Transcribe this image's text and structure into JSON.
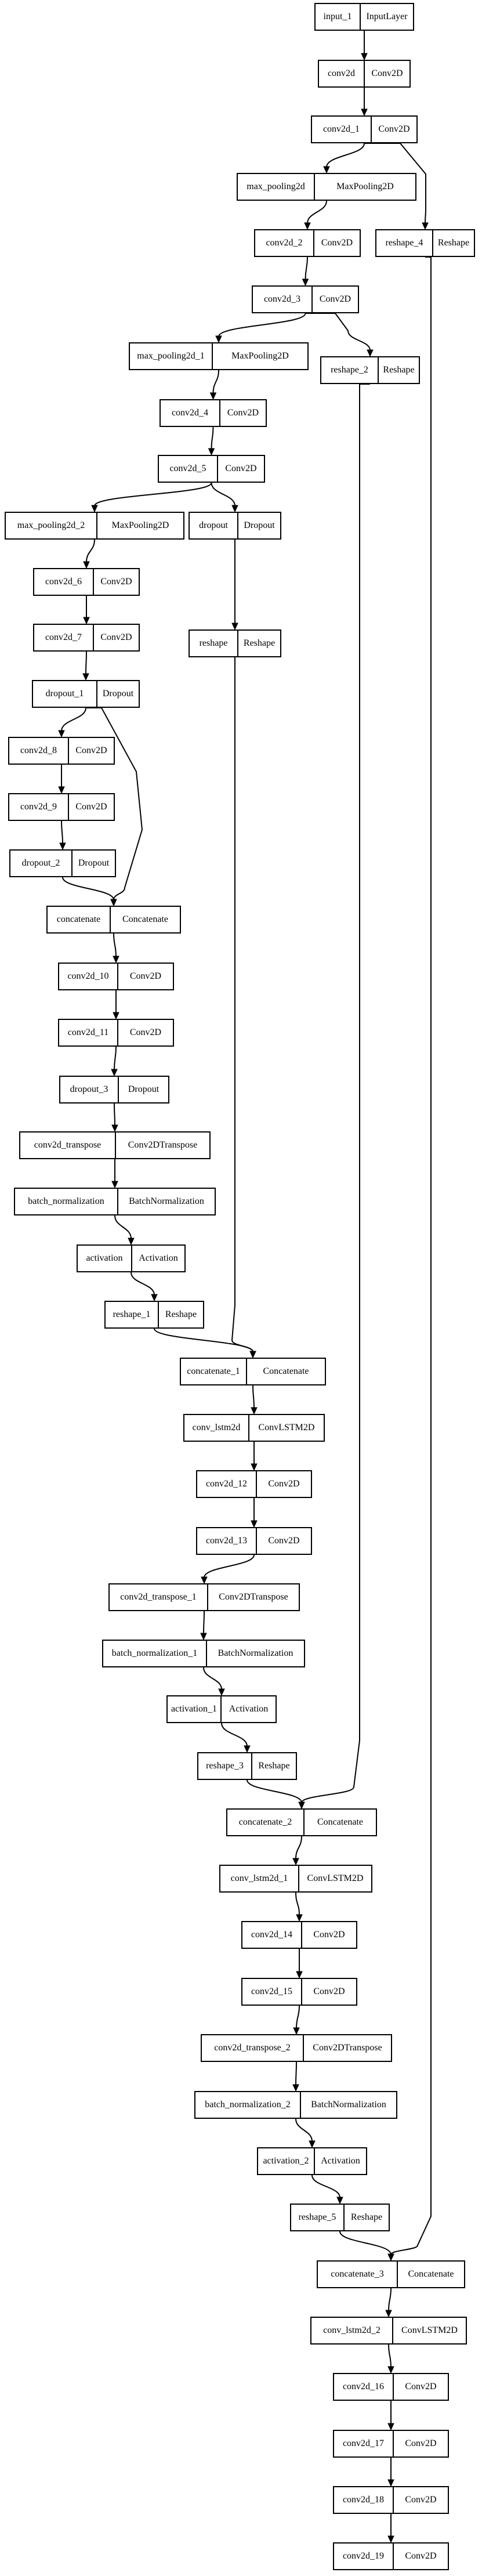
{
  "nodes": [
    {
      "id": "input_1",
      "name": "input_1",
      "type": "InputLayer"
    },
    {
      "id": "conv2d",
      "name": "conv2d",
      "type": "Conv2D"
    },
    {
      "id": "conv2d_1",
      "name": "conv2d_1",
      "type": "Conv2D"
    },
    {
      "id": "max_pooling2d",
      "name": "max_pooling2d",
      "type": "MaxPooling2D"
    },
    {
      "id": "reshape_4",
      "name": "reshape_4",
      "type": "Reshape"
    },
    {
      "id": "conv2d_2",
      "name": "conv2d_2",
      "type": "Conv2D"
    },
    {
      "id": "conv2d_3",
      "name": "conv2d_3",
      "type": "Conv2D"
    },
    {
      "id": "max_pooling2d_1",
      "name": "max_pooling2d_1",
      "type": "MaxPooling2D"
    },
    {
      "id": "reshape_2",
      "name": "reshape_2",
      "type": "Reshape"
    },
    {
      "id": "conv2d_4",
      "name": "conv2d_4",
      "type": "Conv2D"
    },
    {
      "id": "conv2d_5",
      "name": "conv2d_5",
      "type": "Conv2D"
    },
    {
      "id": "max_pooling2d_2",
      "name": "max_pooling2d_2",
      "type": "MaxPooling2D"
    },
    {
      "id": "dropout",
      "name": "dropout",
      "type": "Dropout"
    },
    {
      "id": "conv2d_6",
      "name": "conv2d_6",
      "type": "Conv2D"
    },
    {
      "id": "reshape",
      "name": "reshape",
      "type": "Reshape"
    },
    {
      "id": "conv2d_7",
      "name": "conv2d_7",
      "type": "Conv2D"
    },
    {
      "id": "dropout_1",
      "name": "dropout_1",
      "type": "Dropout"
    },
    {
      "id": "conv2d_8",
      "name": "conv2d_8",
      "type": "Conv2D"
    },
    {
      "id": "conv2d_9",
      "name": "conv2d_9",
      "type": "Conv2D"
    },
    {
      "id": "dropout_2",
      "name": "dropout_2",
      "type": "Dropout"
    },
    {
      "id": "concatenate",
      "name": "concatenate",
      "type": "Concatenate"
    },
    {
      "id": "conv2d_10",
      "name": "conv2d_10",
      "type": "Conv2D"
    },
    {
      "id": "conv2d_11",
      "name": "conv2d_11",
      "type": "Conv2D"
    },
    {
      "id": "dropout_3",
      "name": "dropout_3",
      "type": "Dropout"
    },
    {
      "id": "conv2d_transpose",
      "name": "conv2d_transpose",
      "type": "Conv2DTranspose"
    },
    {
      "id": "batch_normalization",
      "name": "batch_normalization",
      "type": "BatchNormalization"
    },
    {
      "id": "activation",
      "name": "activation",
      "type": "Activation"
    },
    {
      "id": "reshape_1",
      "name": "reshape_1",
      "type": "Reshape"
    },
    {
      "id": "concatenate_1",
      "name": "concatenate_1",
      "type": "Concatenate"
    },
    {
      "id": "conv_lstm2d",
      "name": "conv_lstm2d",
      "type": "ConvLSTM2D"
    },
    {
      "id": "conv2d_12",
      "name": "conv2d_12",
      "type": "Conv2D"
    },
    {
      "id": "conv2d_13",
      "name": "conv2d_13",
      "type": "Conv2D"
    },
    {
      "id": "conv2d_transpose_1",
      "name": "conv2d_transpose_1",
      "type": "Conv2DTranspose"
    },
    {
      "id": "batch_normalization_1",
      "name": "batch_normalization_1",
      "type": "BatchNormalization"
    },
    {
      "id": "activation_1",
      "name": "activation_1",
      "type": "Activation"
    },
    {
      "id": "reshape_3",
      "name": "reshape_3",
      "type": "Reshape"
    },
    {
      "id": "concatenate_2",
      "name": "concatenate_2",
      "type": "Concatenate"
    },
    {
      "id": "conv_lstm2d_1",
      "name": "conv_lstm2d_1",
      "type": "ConvLSTM2D"
    },
    {
      "id": "conv2d_14",
      "name": "conv2d_14",
      "type": "Conv2D"
    },
    {
      "id": "conv2d_15",
      "name": "conv2d_15",
      "type": "Conv2D"
    },
    {
      "id": "conv2d_transpose_2",
      "name": "conv2d_transpose_2",
      "type": "Conv2DTranspose"
    },
    {
      "id": "batch_normalization_2",
      "name": "batch_normalization_2",
      "type": "BatchNormalization"
    },
    {
      "id": "activation_2",
      "name": "activation_2",
      "type": "Activation"
    },
    {
      "id": "reshape_5",
      "name": "reshape_5",
      "type": "Reshape"
    },
    {
      "id": "concatenate_3",
      "name": "concatenate_3",
      "type": "Concatenate"
    },
    {
      "id": "conv_lstm2d_2",
      "name": "conv_lstm2d_2",
      "type": "ConvLSTM2D"
    },
    {
      "id": "conv2d_16",
      "name": "conv2d_16",
      "type": "Conv2D"
    },
    {
      "id": "conv2d_17",
      "name": "conv2d_17",
      "type": "Conv2D"
    },
    {
      "id": "conv2d_18",
      "name": "conv2d_18",
      "type": "Conv2D"
    },
    {
      "id": "conv2d_19",
      "name": "conv2d_19",
      "type": "Conv2D"
    }
  ],
  "edges": [
    {
      "from": "input_1",
      "to": "conv2d"
    },
    {
      "from": "conv2d",
      "to": "conv2d_1"
    },
    {
      "from": "conv2d_1",
      "to": "max_pooling2d"
    },
    {
      "from": "conv2d_1",
      "to": "reshape_4"
    },
    {
      "from": "max_pooling2d",
      "to": "conv2d_2"
    },
    {
      "from": "conv2d_2",
      "to": "conv2d_3"
    },
    {
      "from": "conv2d_3",
      "to": "max_pooling2d_1"
    },
    {
      "from": "conv2d_3",
      "to": "reshape_2"
    },
    {
      "from": "max_pooling2d_1",
      "to": "conv2d_4"
    },
    {
      "from": "conv2d_4",
      "to": "conv2d_5"
    },
    {
      "from": "conv2d_5",
      "to": "max_pooling2d_2"
    },
    {
      "from": "conv2d_5",
      "to": "dropout"
    },
    {
      "from": "max_pooling2d_2",
      "to": "conv2d_6"
    },
    {
      "from": "dropout",
      "to": "reshape"
    },
    {
      "from": "conv2d_6",
      "to": "conv2d_7"
    },
    {
      "from": "conv2d_7",
      "to": "dropout_1"
    },
    {
      "from": "dropout_1",
      "to": "conv2d_8"
    },
    {
      "from": "dropout_1",
      "to": "concatenate"
    },
    {
      "from": "conv2d_8",
      "to": "conv2d_9"
    },
    {
      "from": "conv2d_9",
      "to": "dropout_2"
    },
    {
      "from": "dropout_2",
      "to": "concatenate"
    },
    {
      "from": "concatenate",
      "to": "conv2d_10"
    },
    {
      "from": "conv2d_10",
      "to": "conv2d_11"
    },
    {
      "from": "conv2d_11",
      "to": "dropout_3"
    },
    {
      "from": "dropout_3",
      "to": "conv2d_transpose"
    },
    {
      "from": "conv2d_transpose",
      "to": "batch_normalization"
    },
    {
      "from": "batch_normalization",
      "to": "activation"
    },
    {
      "from": "activation",
      "to": "reshape_1"
    },
    {
      "from": "reshape_1",
      "to": "concatenate_1"
    },
    {
      "from": "reshape",
      "to": "concatenate_1"
    },
    {
      "from": "concatenate_1",
      "to": "conv_lstm2d"
    },
    {
      "from": "conv_lstm2d",
      "to": "conv2d_12"
    },
    {
      "from": "conv2d_12",
      "to": "conv2d_13"
    },
    {
      "from": "conv2d_13",
      "to": "conv2d_transpose_1"
    },
    {
      "from": "conv2d_transpose_1",
      "to": "batch_normalization_1"
    },
    {
      "from": "batch_normalization_1",
      "to": "activation_1"
    },
    {
      "from": "activation_1",
      "to": "reshape_3"
    },
    {
      "from": "reshape_3",
      "to": "concatenate_2"
    },
    {
      "from": "reshape_2",
      "to": "concatenate_2"
    },
    {
      "from": "concatenate_2",
      "to": "conv_lstm2d_1"
    },
    {
      "from": "conv_lstm2d_1",
      "to": "conv2d_14"
    },
    {
      "from": "conv2d_14",
      "to": "conv2d_15"
    },
    {
      "from": "conv2d_15",
      "to": "conv2d_transpose_2"
    },
    {
      "from": "conv2d_transpose_2",
      "to": "batch_normalization_2"
    },
    {
      "from": "batch_normalization_2",
      "to": "activation_2"
    },
    {
      "from": "activation_2",
      "to": "reshape_5"
    },
    {
      "from": "reshape_5",
      "to": "concatenate_3"
    },
    {
      "from": "reshape_4",
      "to": "concatenate_3"
    },
    {
      "from": "concatenate_3",
      "to": "conv_lstm2d_2"
    },
    {
      "from": "conv_lstm2d_2",
      "to": "conv2d_16"
    },
    {
      "from": "conv2d_16",
      "to": "conv2d_17"
    },
    {
      "from": "conv2d_17",
      "to": "conv2d_18"
    },
    {
      "from": "conv2d_18",
      "to": "conv2d_19"
    }
  ]
}
